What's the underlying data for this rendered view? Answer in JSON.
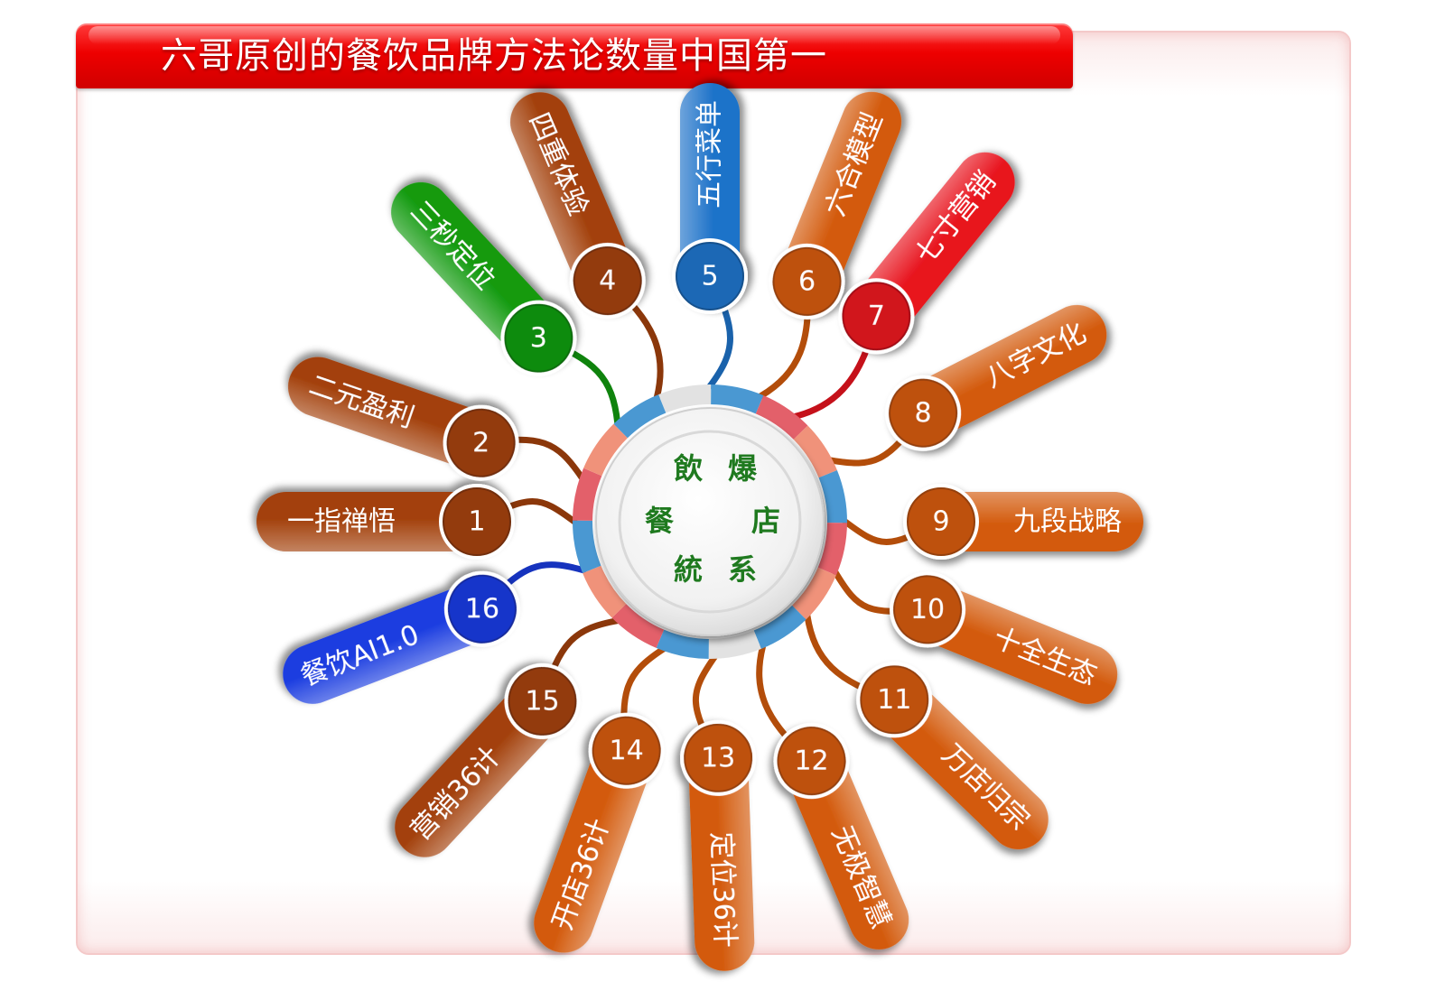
{
  "banner": {
    "title": "六哥原创的餐饮品牌方法论数量中国第一"
  },
  "center": {
    "chars": [
      "飲",
      "爆",
      "餐",
      "店",
      "統",
      "系"
    ]
  },
  "colors": {
    "orange": "#d35a0c",
    "brown": "#a3410c",
    "green": "#129a0f",
    "blue_light": "#1f73c9",
    "red": "#e8141e",
    "blue": "#1a3ce0",
    "ring_gray": "#e2e2e2"
  },
  "spokes": [
    {
      "number": "1",
      "label": "一指禅悟",
      "color": "brown"
    },
    {
      "number": "2",
      "label": "二元盈利",
      "color": "brown"
    },
    {
      "number": "3",
      "label": "三秒定位",
      "color": "green"
    },
    {
      "number": "4",
      "label": "四重体验",
      "color": "brown"
    },
    {
      "number": "5",
      "label": "五行菜单",
      "color": "blue_light"
    },
    {
      "number": "6",
      "label": "六合模型",
      "color": "orange"
    },
    {
      "number": "7",
      "label": "七寸营销",
      "color": "red"
    },
    {
      "number": "8",
      "label": "八字文化",
      "color": "orange"
    },
    {
      "number": "9",
      "label": "九段战略",
      "color": "orange"
    },
    {
      "number": "10",
      "label": "十全生态",
      "color": "orange"
    },
    {
      "number": "11",
      "label": "万店归宗",
      "color": "orange"
    },
    {
      "number": "12",
      "label": "无极智慧",
      "color": "orange"
    },
    {
      "number": "13",
      "label": "定位36计",
      "color": "orange"
    },
    {
      "number": "14",
      "label": "开店36计",
      "color": "orange"
    },
    {
      "number": "15",
      "label": "营销36计",
      "color": "brown"
    },
    {
      "number": "16",
      "label": "餐饮AI1.0",
      "color": "blue"
    }
  ]
}
